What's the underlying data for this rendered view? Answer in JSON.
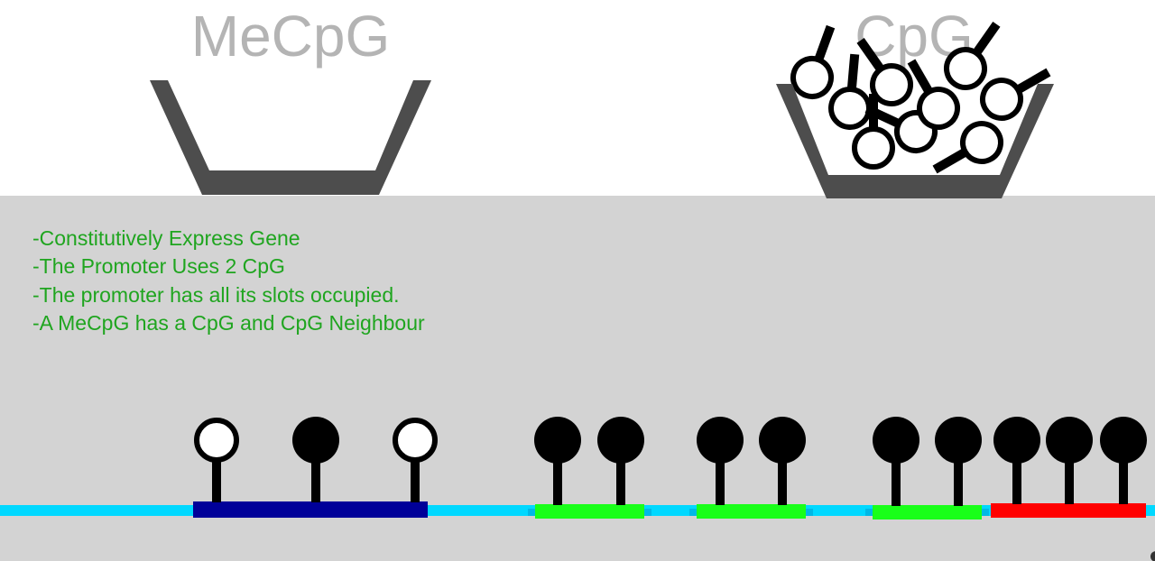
{
  "bins": {
    "mecpg_label": "MeCpG",
    "cpg_label": "CpG"
  },
  "notes": [
    "-Constitutively Express Gene",
    "-The Promoter Uses 2 CpG",
    "-The promoter has all its slots occupied.",
    "-A MeCpG has a CpG and CpG Neighbour"
  ],
  "colors": {
    "background_panel": "#d3d3d3",
    "bin": "#4d4d4d",
    "note_text": "#1fa51f",
    "strand": "#00d8ff",
    "promoter": "#000099",
    "gene_segment": "#19ff19",
    "terminator": "#ff0000",
    "marker_filled": "#000000",
    "marker_open": "#ffffff"
  },
  "strand": {
    "segments": [
      {
        "kind": "promoter",
        "marker_types": [
          "open",
          "filled",
          "open"
        ]
      },
      {
        "kind": "gene",
        "marker_types": [
          "filled",
          "filled"
        ]
      },
      {
        "kind": "gene",
        "marker_types": [
          "filled",
          "filled"
        ]
      },
      {
        "kind": "gene",
        "marker_types": [
          "filled",
          "filled"
        ]
      },
      {
        "kind": "terminator",
        "marker_types": [
          "filled",
          "filled",
          "filled"
        ]
      }
    ]
  },
  "pool_markers": 9
}
